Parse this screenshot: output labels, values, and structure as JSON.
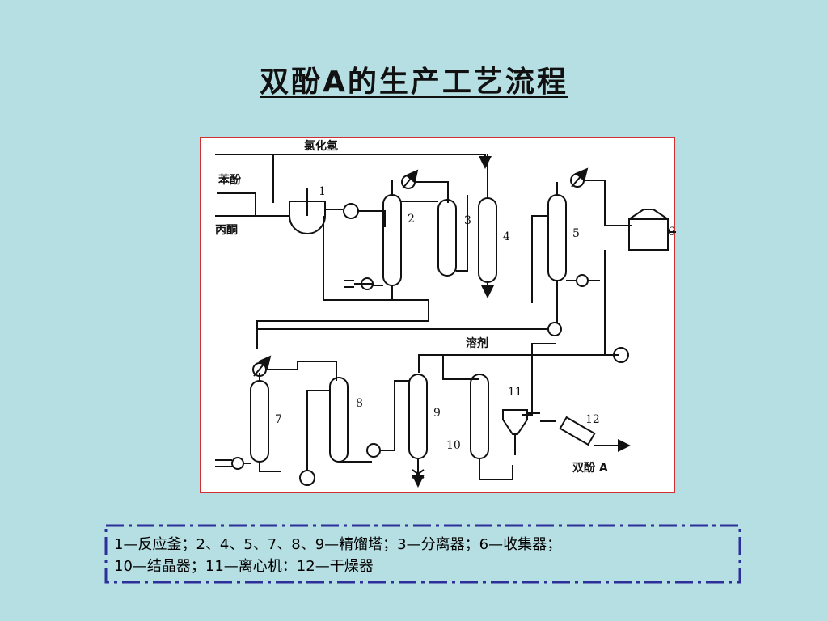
{
  "slide": {
    "title": "双酚A的生产工艺流程"
  },
  "diagram": {
    "stream_labels": {
      "hcl": "氯化氢",
      "phenol": "苯酚",
      "acetone": "丙酮",
      "solvent": "溶剂",
      "product": "双酚 A"
    },
    "unit_numbers": [
      "1",
      "2",
      "3",
      "4",
      "5",
      "6",
      "7",
      "8",
      "9",
      "10",
      "11",
      "12"
    ]
  },
  "legend": {
    "line1": "1—反应釜；2、4、5、7、8、9—精馏塔；3—分离器；6—收集器；",
    "line2": "10—结晶器；11—离心机：12—干燥器"
  }
}
